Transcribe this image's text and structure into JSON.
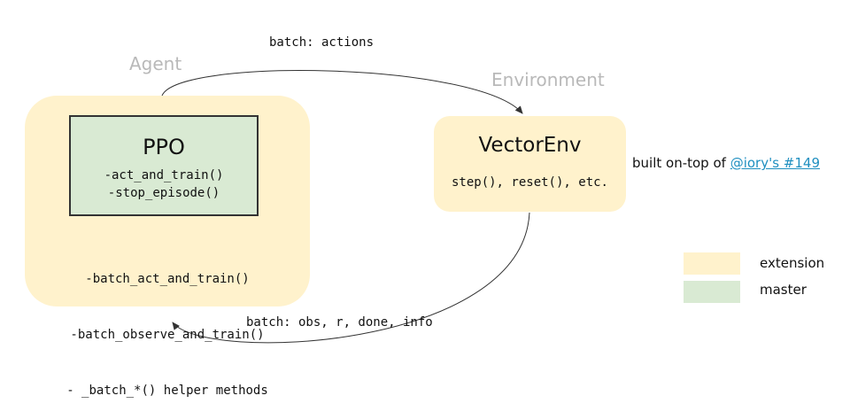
{
  "labels": {
    "agent": "Agent",
    "environment": "Environment"
  },
  "ppo": {
    "title": "PPO",
    "methods": [
      "-act_and_train()",
      "-stop_episode()"
    ]
  },
  "agent_methods": [
    "-batch_act_and_train()",
    "-batch_observe_and_train()",
    "- _batch_*() helper methods"
  ],
  "env": {
    "title": "VectorEnv",
    "methods": "step(), reset(), etc."
  },
  "arrows": {
    "top": "batch: actions",
    "bottom": "batch: obs, r, done, info"
  },
  "note": {
    "prefix": "built on-top of ",
    "link": "@iory's #149"
  },
  "legend": [
    {
      "label": "extension",
      "color": "#fff2cc"
    },
    {
      "label": "master",
      "color": "#d9ead3"
    }
  ]
}
